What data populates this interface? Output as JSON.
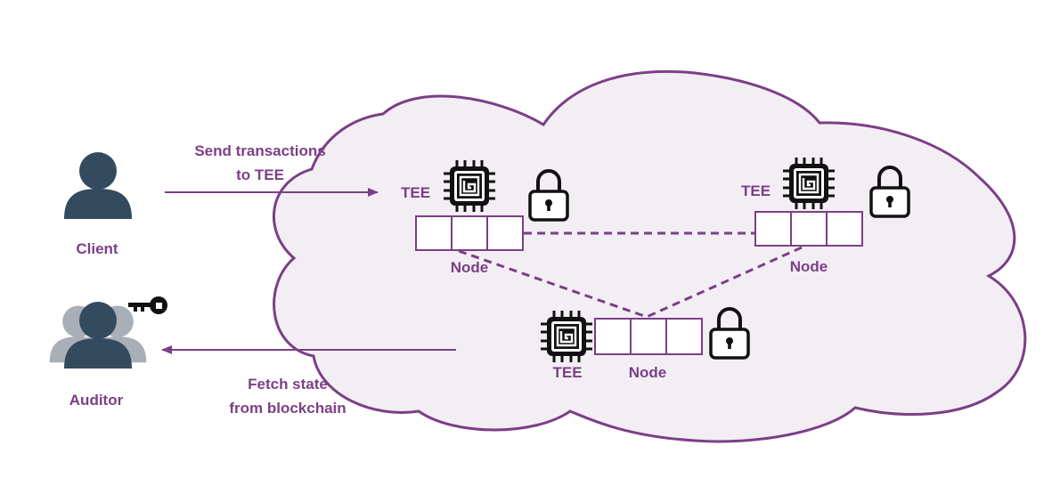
{
  "client": {
    "label": "Client"
  },
  "auditor": {
    "label": "Auditor"
  },
  "send_arrow": {
    "line1": "Send transactions",
    "line2": "to TEE"
  },
  "fetch_arrow": {
    "line1": "Fetch state",
    "line2": "from blockchain"
  },
  "nodes": [
    {
      "tee_label": "TEE",
      "node_label": "Node"
    },
    {
      "tee_label": "TEE",
      "node_label": "Node"
    },
    {
      "tee_label": "TEE",
      "node_label": "Node"
    }
  ],
  "colors": {
    "accent": "#7b3f86",
    "cloud_fill": "#f3eef4",
    "person": "#344a5e",
    "person_shadow": "#a9afb6"
  },
  "icons": [
    "person-icon",
    "chip-icon",
    "padlock-icon",
    "key-icon"
  ]
}
